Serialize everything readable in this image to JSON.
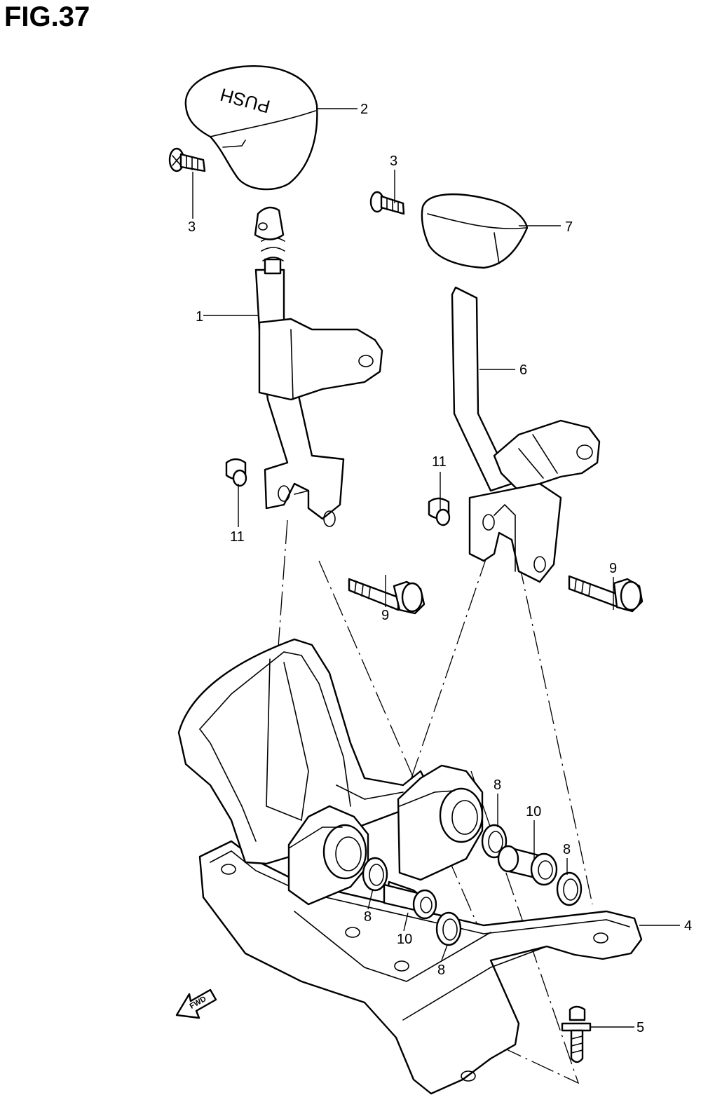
{
  "title": "FIG.37",
  "knob_text": "PUSH",
  "fwd_label": "FWD",
  "callouts": {
    "c1": "1",
    "c2": "2",
    "c3a": "3",
    "c3b": "3",
    "c4": "4",
    "c5": "5",
    "c6": "6",
    "c7": "7",
    "c8a": "8",
    "c8b": "8",
    "c8c": "8",
    "c8d": "8",
    "c9a": "9",
    "c9b": "9",
    "c10a": "10",
    "c10b": "10",
    "c11a": "11",
    "c11b": "11"
  }
}
